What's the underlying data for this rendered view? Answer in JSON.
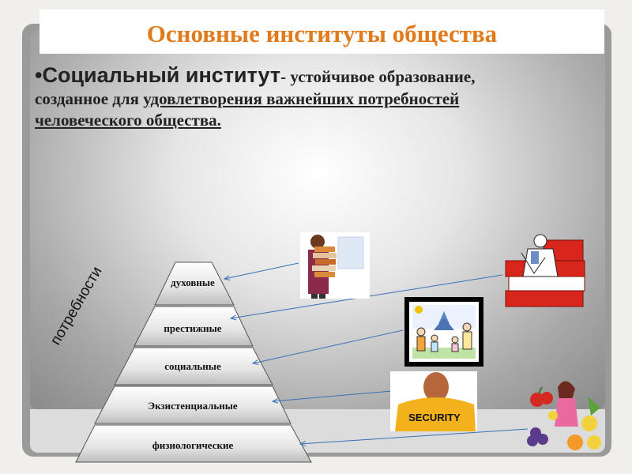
{
  "title": "Основные институты общества",
  "definition": {
    "bullet": "•",
    "term": "Социальный институт",
    "rest": "- устойчивое образование,",
    "line2_prefix": "созданное для ",
    "line2_underlined": "удовлетворения важнейших потребностей",
    "line3_underlined": "человеческого общества."
  },
  "pyramid": {
    "axis_label": "потребности",
    "levels": [
      {
        "label": "духовные"
      },
      {
        "label": "престижные"
      },
      {
        "label": "социальные"
      },
      {
        "label": "Экзистенциальные"
      },
      {
        "label": "физиологические"
      }
    ]
  },
  "images": {
    "books_person": "person-carrying-books-icon",
    "family": "family-picture-icon",
    "security_guard": "security-guard-icon",
    "reader_books": "reader-on-books-icon",
    "fruits_figure": "fruits-figure-icon",
    "security_text": "SECURITY"
  },
  "colors": {
    "title": "#e07a1a",
    "arrow": "#3a6fb5"
  }
}
